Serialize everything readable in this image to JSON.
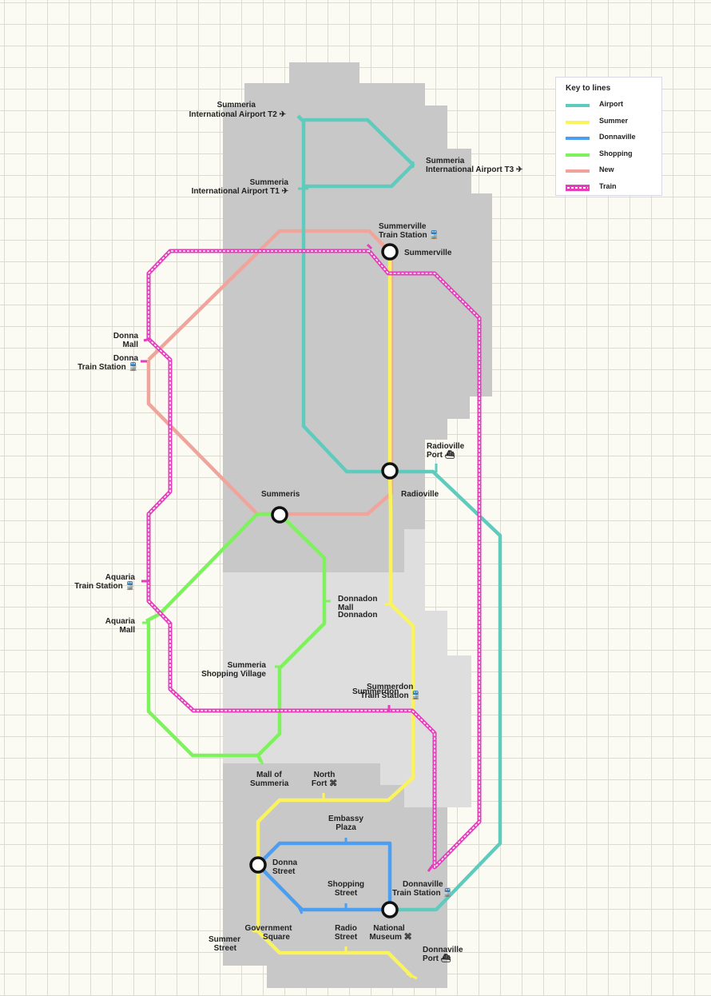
{
  "legend": {
    "title": "Key to lines",
    "items": [
      {
        "label": "Airport",
        "color": "#5ecbbd"
      },
      {
        "label": "Summer",
        "color": "#fbf35c"
      },
      {
        "label": "Donnaville",
        "color": "#4c9ef0"
      },
      {
        "label": "Shopping",
        "color": "#7ef25c"
      },
      {
        "label": "New",
        "color": "#f0a59c"
      },
      {
        "label": "Train",
        "color": "#e63dbd"
      }
    ]
  },
  "stations": {
    "airport_t2": [
      "Summeria",
      "International Airport T2 ✈"
    ],
    "airport_t3": [
      "Summeria",
      "International Airport T3 ✈"
    ],
    "airport_t1": [
      "Summeria",
      "International Airport T1 ✈"
    ],
    "summerville_train": [
      "Summerville",
      "Train Station 🚆"
    ],
    "summerville": [
      "Summerville"
    ],
    "donna_mall": [
      "Donna",
      "Mall"
    ],
    "donna_train": [
      "Donna",
      "Train Station 🚆"
    ],
    "radioville_port": [
      "Radioville",
      "Port ⛴"
    ],
    "radioville": [
      "Radioville"
    ],
    "summeris": [
      "Summeris"
    ],
    "aquaria_train": [
      "Aquaria",
      "Train Station 🚆"
    ],
    "aquaria_mall": [
      "Aquaria",
      "Mall"
    ],
    "donnadon": [
      "Donnadon",
      "Mall",
      "Donnadon"
    ],
    "summeria_village": [
      "Summeria",
      "Shopping Village"
    ],
    "summerdon_train": [
      "Summerdon",
      "Train Station 🚆"
    ],
    "summerdon": [
      "Summerdon"
    ],
    "mall_of_summeria": [
      "Mall of",
      "Summeria"
    ],
    "north_fort": [
      "North",
      "Fort ⌘"
    ],
    "embassy_plaza": [
      "Embassy",
      "Plaza"
    ],
    "donna_street": [
      "Donna",
      "Street"
    ],
    "shopping_street": [
      "Shopping",
      "Street"
    ],
    "donnaville_train": [
      "Donnaville",
      "Train Station 🚆"
    ],
    "summer_street": [
      "Summer",
      "Street"
    ],
    "government_square": [
      "Government",
      "Square"
    ],
    "radio_street": [
      "Radio",
      "Street"
    ],
    "national_museum": [
      "National",
      "Museum ⌘"
    ],
    "donnaville_port": [
      "Donnaville",
      "Port ⛴"
    ]
  }
}
